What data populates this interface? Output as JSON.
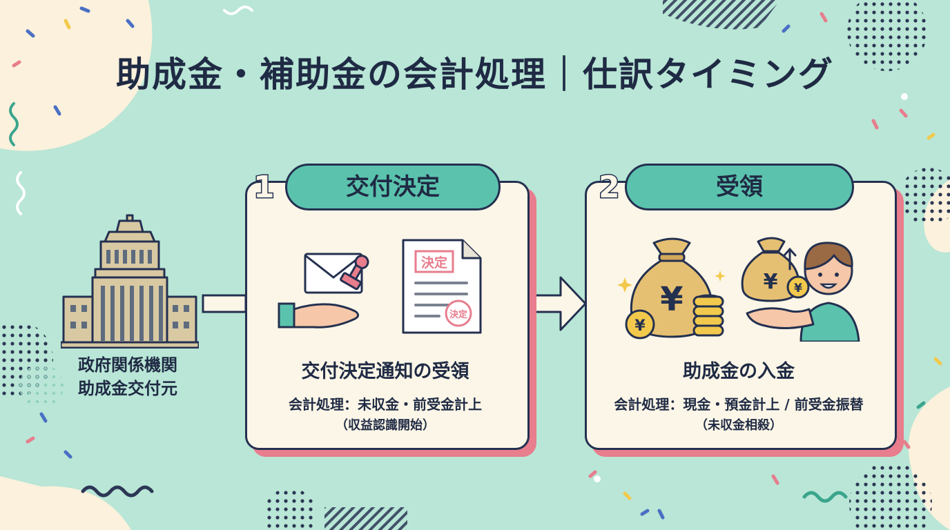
{
  "title": "助成金・補助金の会計処理｜仕訳タイミング",
  "government": {
    "label_line1": "政府関係機関",
    "label_line2": "助成金交付元"
  },
  "steps": [
    {
      "number": "1",
      "label": "交付決定",
      "heading": "交付決定通知の受領",
      "accounting": "会計処理：未収金・前受金計上",
      "note": "（収益認識開始）",
      "icons": [
        "envelope-icon",
        "stamp-icon",
        "hand-icon",
        "document-icon"
      ],
      "document_stamp": "決定",
      "document_seal": "決定"
    },
    {
      "number": "2",
      "label": "受領",
      "heading": "助成金の入金",
      "accounting": "会計処理：現金・預金計上 / 前受金振替",
      "note": "（未収金相殺）",
      "icons": [
        "money-bag-icon",
        "coin-stack-icon",
        "person-icon",
        "hand-icon"
      ],
      "currency_symbol": "¥"
    }
  ],
  "colors": {
    "background": "#b9e6d6",
    "card": "#fbf6e7",
    "accent": "#5bc3ad",
    "shadow": "#e77d8d",
    "ink": "#243050"
  }
}
